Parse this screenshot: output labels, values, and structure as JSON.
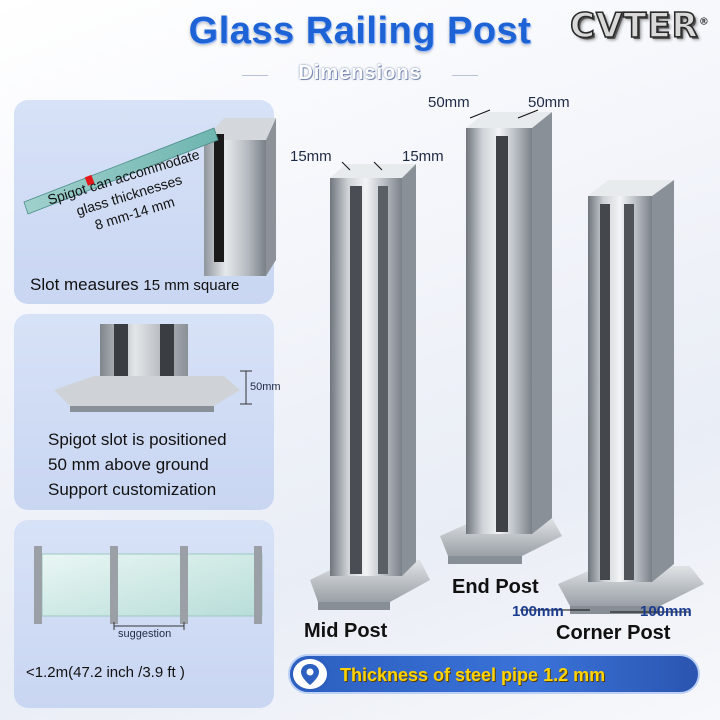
{
  "header": {
    "title": "Glass Railing Post",
    "brand": "CVTER",
    "brand_mark": "®",
    "subtitle": "Dimensions"
  },
  "panel1": {
    "note_line1": "Spigot can accommodate",
    "note_line2": "glass thicknesses",
    "note_line3": "8 mm-14 mm",
    "caption_prefix": "Slot measures",
    "caption_value": "15 mm square"
  },
  "panel2": {
    "height_label": "50mm",
    "line1": "Spigot slot is positioned",
    "line2": "50 mm above ground",
    "line3": "Support customization"
  },
  "panel3": {
    "suggestion": "suggestion",
    "spacing": "<1.2m(47.2 inch /3.9 ft )"
  },
  "posts": {
    "mid": {
      "label": "Mid Post",
      "dim_left": "15mm",
      "dim_right": "15mm"
    },
    "end": {
      "label": "End Post",
      "dim_left": "50mm",
      "dim_right": "50mm"
    },
    "corner": {
      "label": "Corner Post",
      "dim_left": "100mm",
      "dim_right": "100mm"
    }
  },
  "banner": {
    "text": "Thickness of steel pipe 1.2 mm",
    "icon": "location-pin-icon"
  },
  "colors": {
    "title_blue": "#1e63d6",
    "panel_bg": "#d0dcf4",
    "banner_blue": "#2c5fbf",
    "banner_text": "#ffd400"
  }
}
